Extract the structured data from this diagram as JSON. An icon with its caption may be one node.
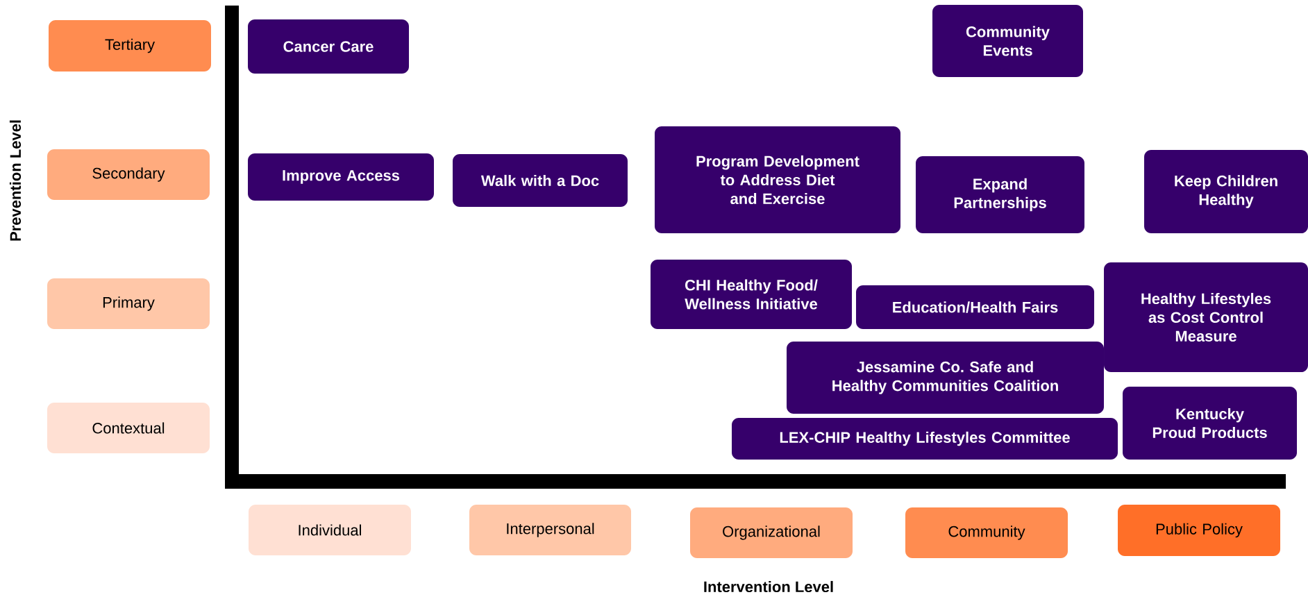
{
  "diagram": {
    "nodes": [
      {
        "text": [
          "Tertiary"
        ]
      },
      {
        "text": [
          "Secondary"
        ]
      },
      {
        "text": [
          "Primary"
        ]
      },
      {
        "text": [
          "Contextual"
        ]
      },
      {
        "text": [
          "Cancer Care"
        ]
      },
      {
        "text": [
          "Community Events"
        ]
      },
      {
        "text": [
          "Improve Access"
        ]
      },
      {
        "text": [
          "Walk with a Doc"
        ]
      },
      {
        "text": [
          "Program Development to Address Diet and Exercise"
        ]
      },
      {
        "text": [
          "Expand Partnerships"
        ]
      },
      {
        "text": [
          "Keep Children Healthy"
        ]
      },
      {
        "text": [
          "CHI Healthy Food/ Wellness Initiative"
        ]
      },
      {
        "text": [
          "Education/Health Fairs"
        ]
      },
      {
        "text": [
          "Healthy Lifestyles as Cost Control Measure"
        ]
      },
      {
        "text": [
          "Jessamine Co. Safe and Healthy Communities Coalition"
        ]
      },
      {
        "text": [
          "Kentucky Proud Products"
        ]
      },
      {
        "text": [
          "LEX-CHIP Healthy Lifestyles Committee"
        ]
      },
      {
        "text": [
          "Individual"
        ]
      },
      {
        "text": [
          "Interpersonal"
        ]
      },
      {
        "text": [
          "Organizational"
        ]
      },
      {
        "text": [
          "Community"
        ]
      },
      {
        "text": [
          "Public Policy"
        ]
      }
    ],
    "labels": [
      "Prevention Level",
      "Intervention Level"
    ]
  }
}
